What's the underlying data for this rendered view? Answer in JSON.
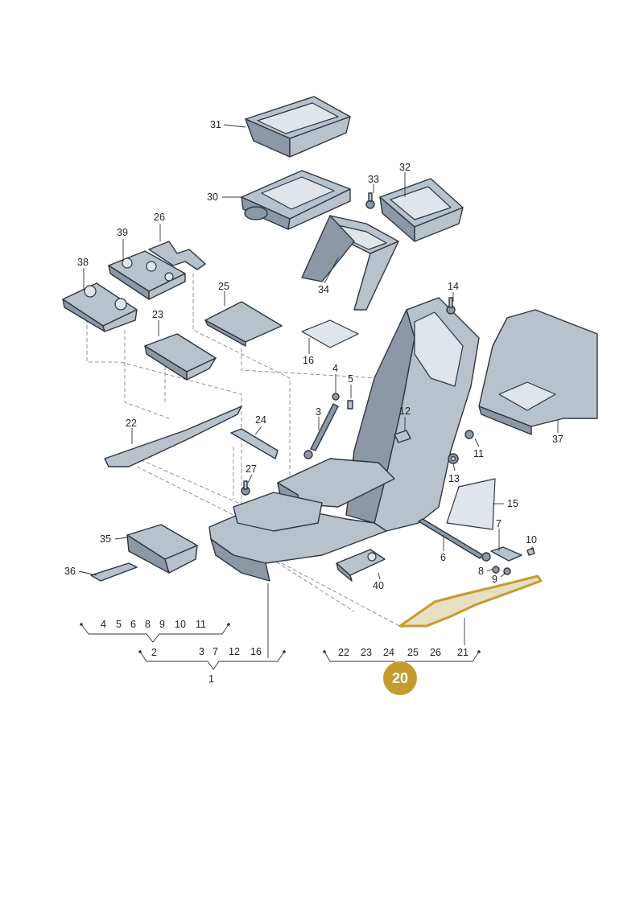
{
  "callouts": {
    "c1": "1",
    "c2": "2",
    "c3": "3",
    "c4": "4",
    "c5": "5",
    "c6": "6",
    "c7": "7",
    "c8": "8",
    "c9": "9",
    "c10": "10",
    "c11": "11",
    "c12": "12",
    "c13": "13",
    "c14": "14",
    "c15": "15",
    "c16": "16",
    "c21": "21",
    "c22": "22",
    "c23": "23",
    "c24": "24",
    "c25": "25",
    "c26": "26",
    "c27": "27",
    "c30": "30",
    "c31": "31",
    "c32": "32",
    "c33": "33",
    "c34": "34",
    "c35": "35",
    "c36": "36",
    "c37": "37",
    "c38": "38",
    "c39": "39",
    "c40": "40"
  },
  "groups": {
    "group2_row": [
      "4",
      "5",
      "6",
      "8",
      "9",
      "10",
      "11"
    ],
    "group2_label": "2",
    "group1_row": [
      "3",
      "7",
      "12",
      "16"
    ],
    "group1_label": "1",
    "group20_row": [
      "22",
      "23",
      "24",
      "25",
      "26",
      "21"
    ]
  },
  "highlight_badge": "20",
  "colors": {
    "highlight": "#c59a2f",
    "part_fill": "#b8c2cc",
    "outline": "#2e3640"
  }
}
